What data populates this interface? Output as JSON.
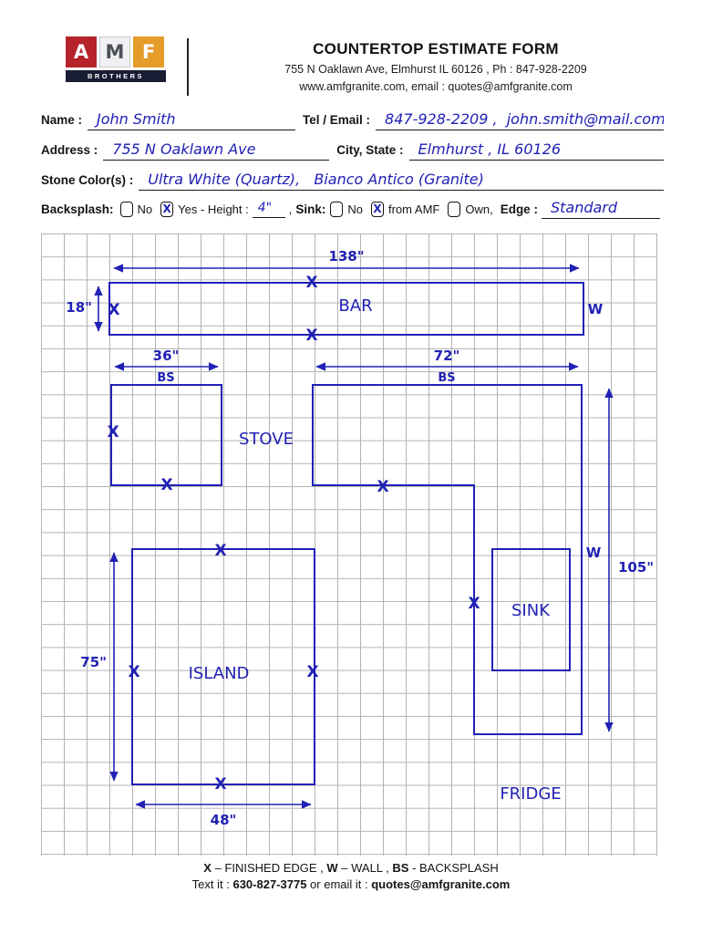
{
  "header": {
    "title": "COUNTERTOP ESTIMATE FORM",
    "address_line": "755 N Oaklawn Ave, Elmhurst IL 60126 , Ph : 847-928-2209",
    "web_line": "www.amfgranite.com,  email : quotes@amfgranite.com",
    "logo": {
      "a": "A",
      "m": "M",
      "f": "F",
      "brothers": "BROTHERS"
    }
  },
  "form": {
    "name": {
      "label": "Name :",
      "value": "John Smith"
    },
    "tel": {
      "label": "Tel / Email :",
      "value": "847-928-2209 ,  john.smith@mail.com"
    },
    "address": {
      "label": "Address :",
      "value": "755 N Oaklawn Ave"
    },
    "city": {
      "label": "City, State :",
      "value": "Elmhurst , IL 60126"
    },
    "stone": {
      "label": "Stone Color(s) :",
      "value": "Ultra White (Quartz),   Bianco Antico (Granite)"
    },
    "backsplash": {
      "label": "Backsplash:",
      "no": "No",
      "yes": "Yes - Height :",
      "height": "4\"",
      "comma": ","
    },
    "sink": {
      "label": "Sink:",
      "no": "No",
      "from_amf": "from AMF",
      "own": "Own,",
      "edge_label": "Edge :"
    },
    "edge": {
      "label": "Edge :",
      "value": "Standard"
    },
    "check_mark": "X"
  },
  "diagram": {
    "x_mark": "X",
    "wall_mark": "W",
    "bs_mark": "BS",
    "rooms": {
      "bar": "BAR",
      "stove": "STOVE",
      "island": "ISLAND",
      "sink": "SINK",
      "fridge": "FRIDGE"
    },
    "dims": {
      "bar_length": "138\"",
      "bar_depth": "18\"",
      "left_backsplash": "36\"",
      "right_backsplash": "72\"",
      "right_run": "105\"",
      "island_length": "75\"",
      "island_width": "48\""
    }
  },
  "footer": {
    "legend": {
      "x": "X",
      "x_def": " – FINISHED EDGE , ",
      "w": "W",
      "w_def": " – WALL , ",
      "bs": "BS",
      "bs_def": " - BACKSPLASH"
    },
    "contact": {
      "pre": "Text it : ",
      "phone": "630-827-3775",
      "mid": " or email it : ",
      "email": "quotes@amfgranite.com"
    }
  },
  "colors": {
    "ink_blue": "#2121b5",
    "logo_red": "#b6232a",
    "logo_amber": "#e59c28",
    "logo_strip": "#181d33",
    "grid_gray": "#b3b3b3"
  }
}
